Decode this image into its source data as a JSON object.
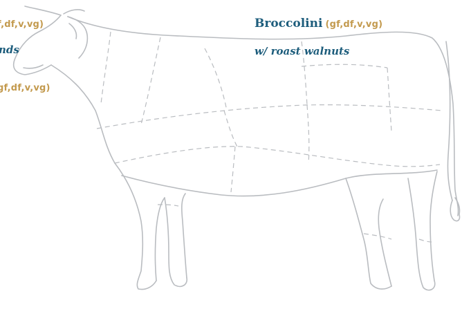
{
  "items": [
    {
      "tags": "f,df,v,vg)",
      "desc": "nds"
    },
    {
      "tags": "gf,df,v,vg)"
    },
    {
      "name": "Broccolini",
      "tags": "(gf,df,v,vg)",
      "desc": "w/ roast walnuts"
    }
  ],
  "illustration": {
    "icon": "cow-butcher-cuts-icon",
    "line_color": "#b9bcc0"
  },
  "colors": {
    "name": "#1d5d7c",
    "tags": "#c39a4e"
  }
}
